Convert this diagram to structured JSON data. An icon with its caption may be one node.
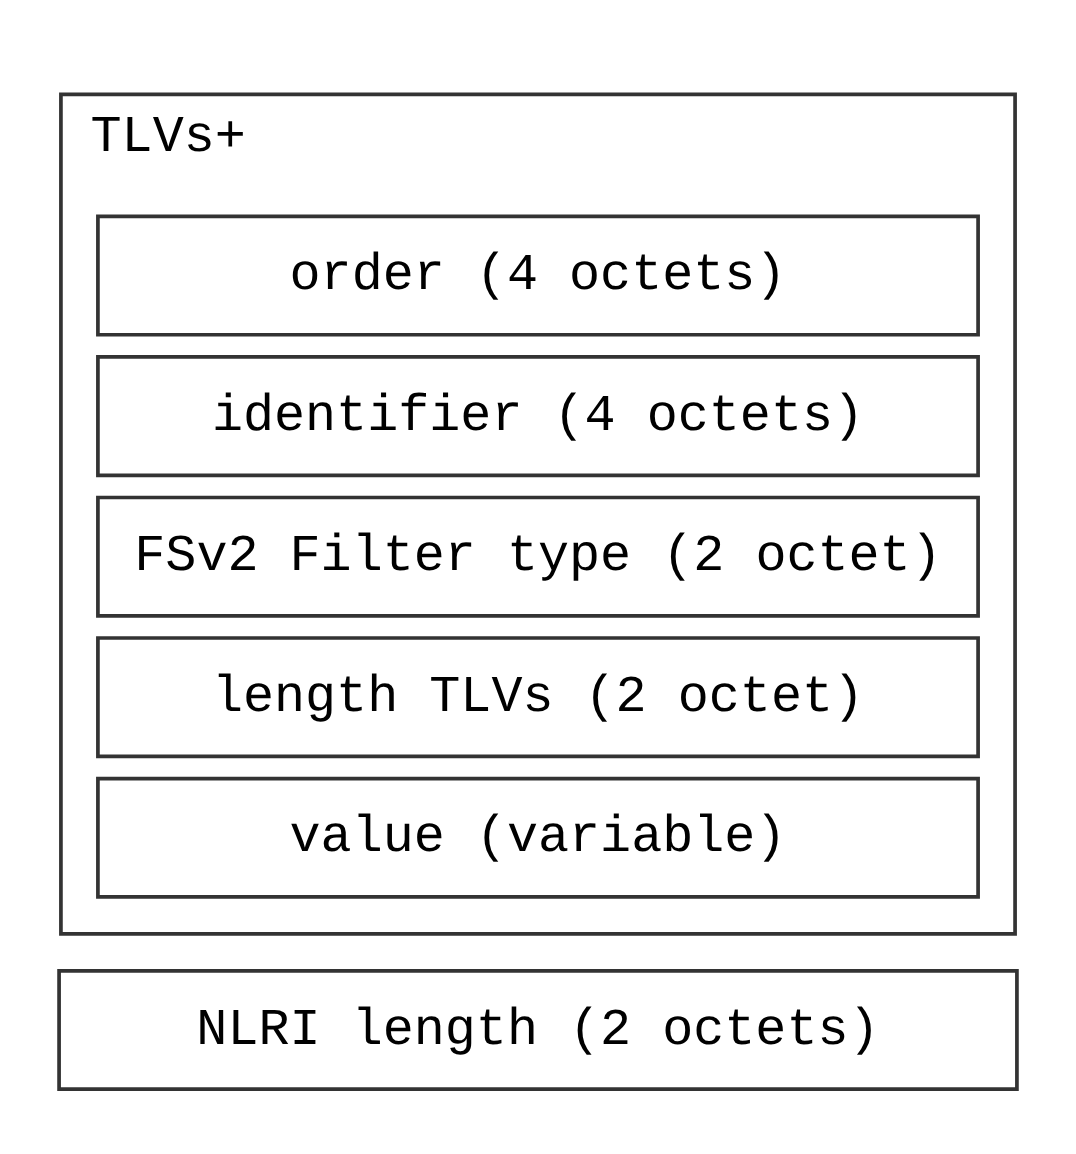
{
  "diagram": {
    "nodes": [
      {
        "text": [
          "NLRI length (2 octets)"
        ]
      },
      {
        "text": [
          "TLVs+"
        ]
      },
      {
        "text": [
          "order (4 octets)"
        ],
        "in": 1
      },
      {
        "text": [
          "identifier (4 octets)"
        ],
        "in": 1
      },
      {
        "text": [
          "FSv2 Filter type (2 octet)"
        ],
        "in": 1
      },
      {
        "text": [
          "length TLVs (2 octet)"
        ],
        "in": 1
      },
      {
        "text": [
          "value (variable)"
        ],
        "in": 1
      }
    ],
    "edges": []
  }
}
